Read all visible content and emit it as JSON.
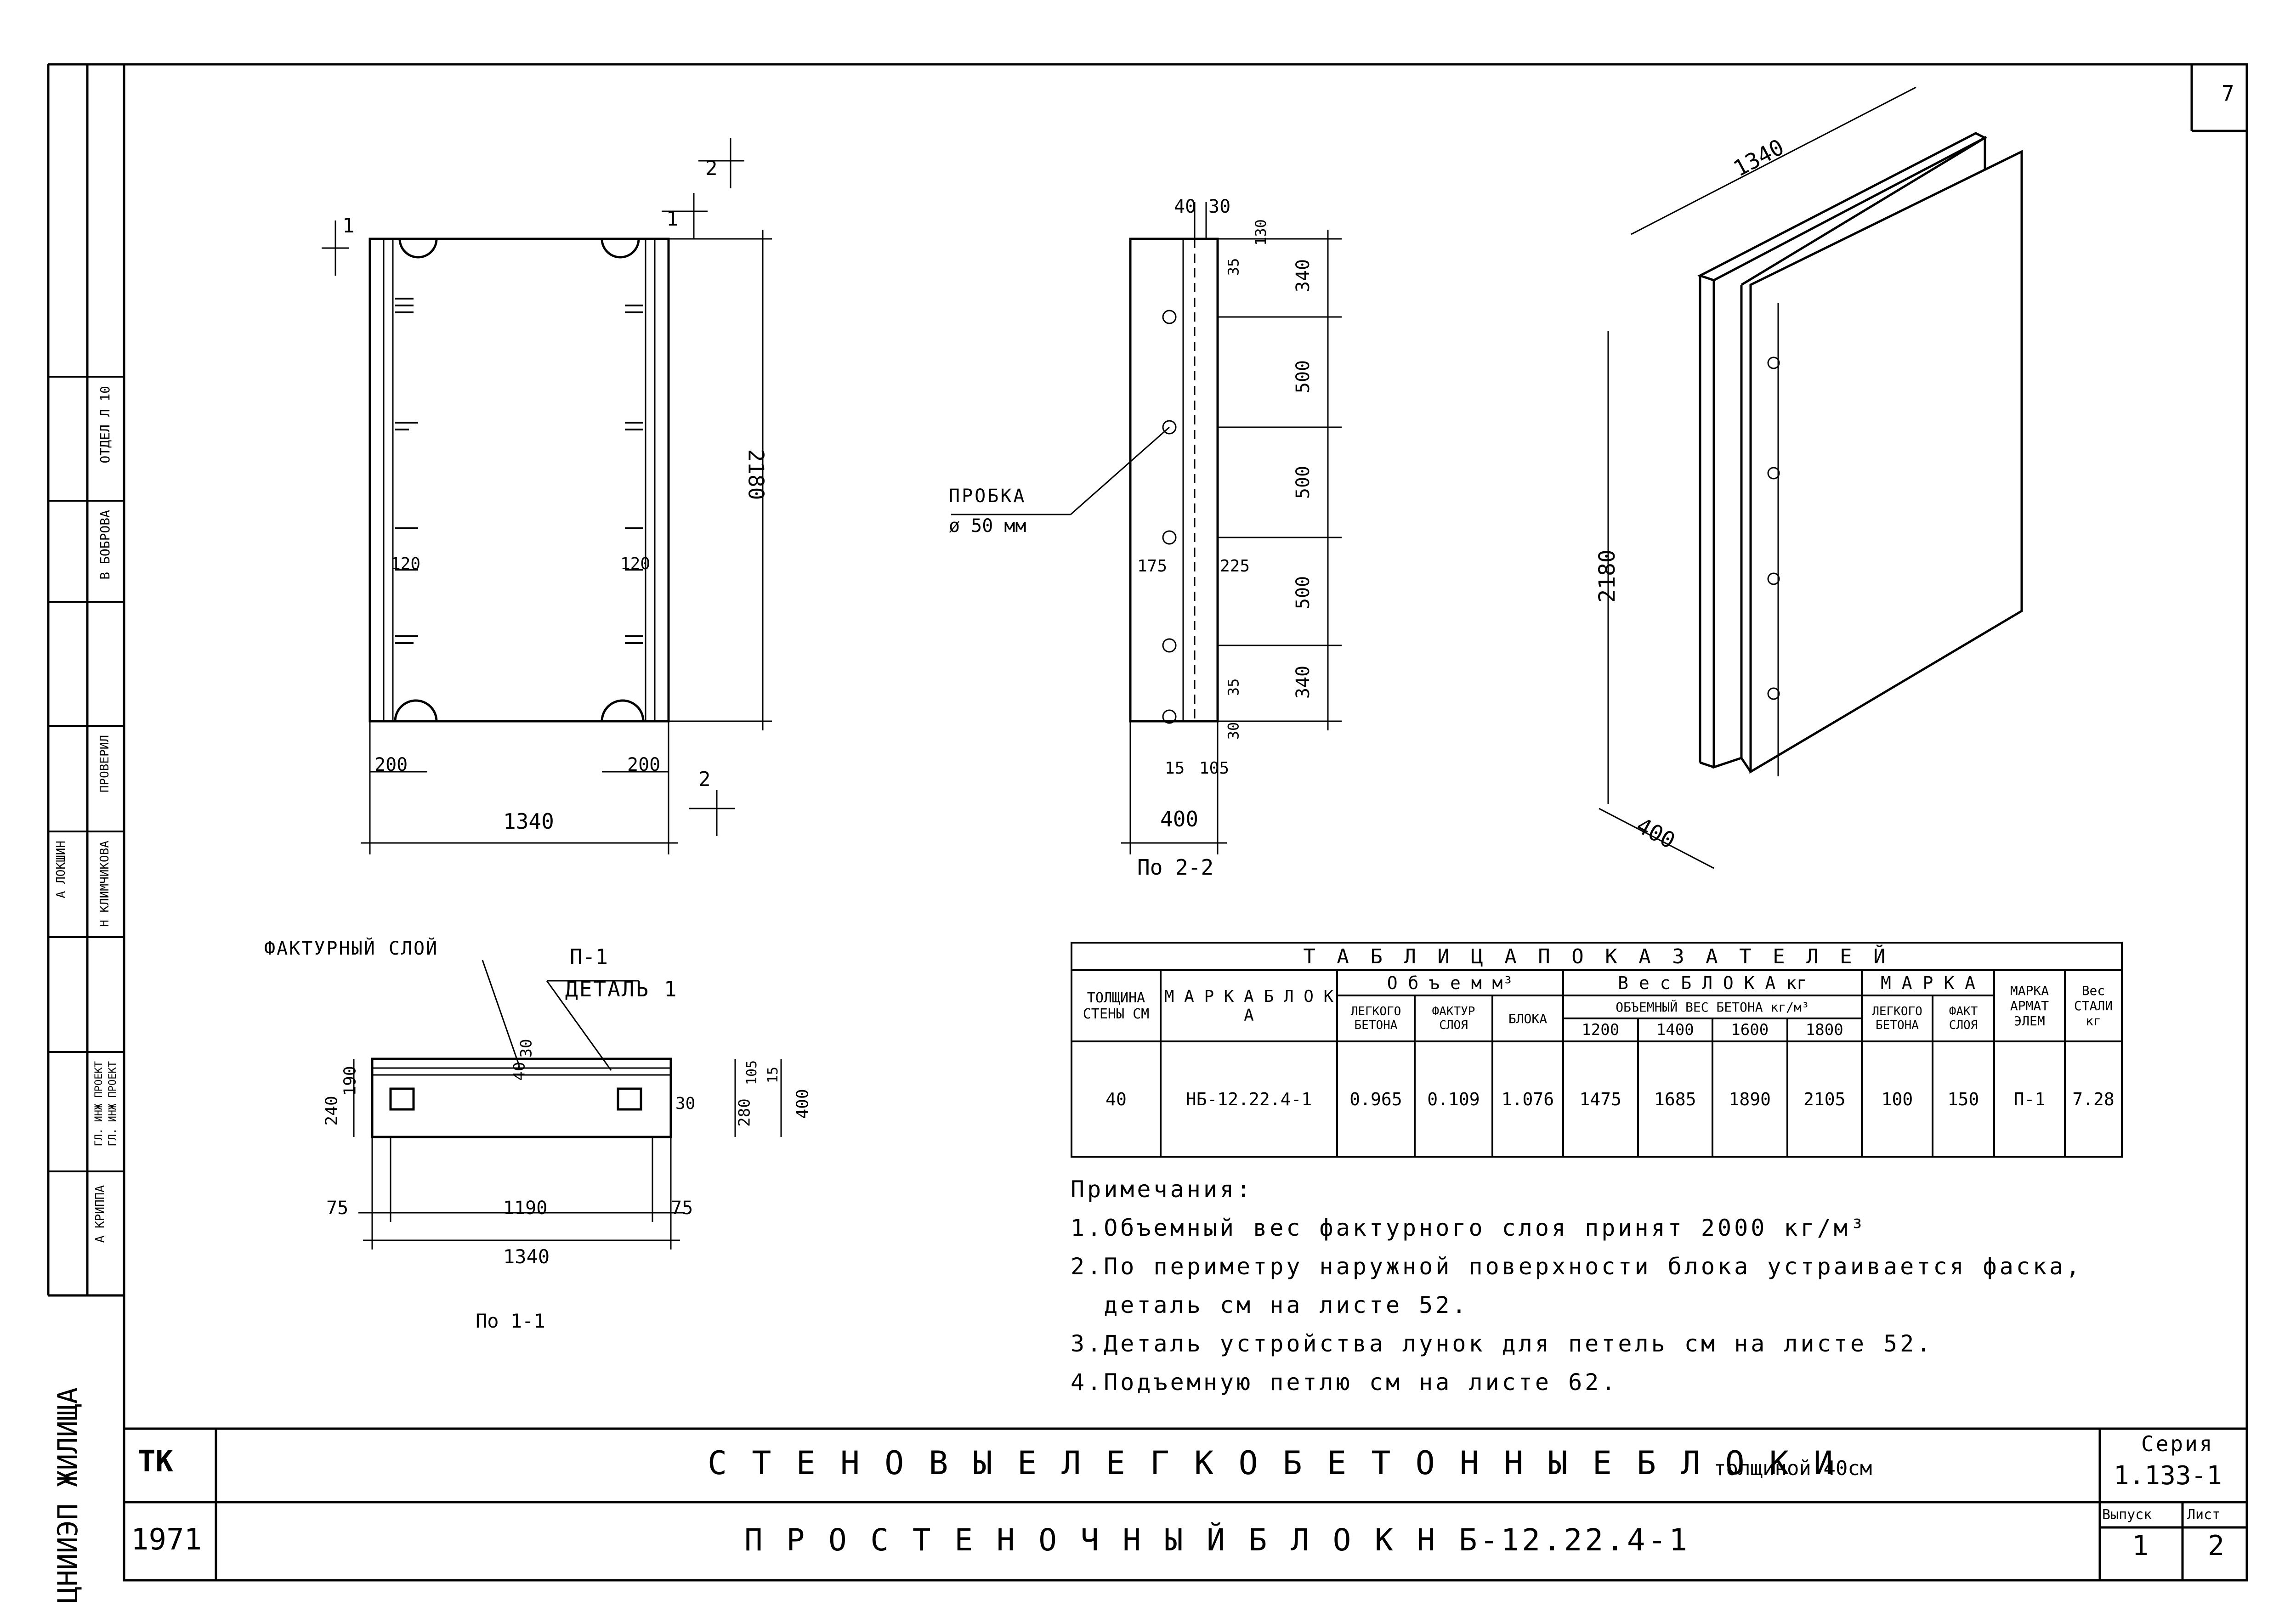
{
  "sheet_number": "7",
  "side_stamp": {
    "dept": "ЦНИИЭП ЖИЛИЩА",
    "rows": [
      "А КРИППА",
      "ГЛ. ИНЖ ПРОЕКТ",
      "ГЛ. ИНЖ ПРОЕКТ",
      "Н КЛИМЧИКОВА",
      "А ЛОКШИН",
      "ПРОВЕРИЛ",
      "В БОБРОВА",
      "ОТДЕЛ Л 10"
    ]
  },
  "front_view": {
    "section_marks": [
      "1",
      "2",
      "1",
      "2"
    ],
    "height": "2180",
    "width": "1340",
    "edge_left": "200",
    "edge_right": "200",
    "hole_left": "120",
    "hole_right": "120"
  },
  "section_2_2": {
    "title": "По 2-2",
    "top_dims": [
      "40",
      "30"
    ],
    "dims_v": [
      "340",
      "500",
      "500",
      "500",
      "340"
    ],
    "small": [
      "35",
      "130",
      "35",
      "30"
    ],
    "bottom": [
      "15",
      "105"
    ],
    "width": "400",
    "plug_label": "ПРОБКА",
    "plug_size": "ø 50 мм",
    "mid_left": "175",
    "mid_right": "225"
  },
  "iso_view": {
    "width": "1340",
    "height": "2180",
    "depth": "400"
  },
  "section_1_1": {
    "title": "По 1-1",
    "facing_label": "ФАКТУРНЫЙ СЛОЙ",
    "detail_ref": "П-1",
    "detail_name": "ДЕТАЛЬ 1",
    "dims_left": [
      "240",
      "190"
    ],
    "dims_top": [
      "40",
      "30"
    ],
    "dim_30": "30",
    "dims_right": [
      "280",
      "105",
      "15",
      "400"
    ],
    "inner_width": "1190",
    "full_width": "1340",
    "margin_left": "75",
    "margin_right": "75"
  },
  "table": {
    "title": "Т А Б Л И Ц А     П О К А З А Т Е Л Е Й",
    "h_wall": "ТОЛЩИНА СТЕНЫ СМ",
    "h_mark": "М А Р К А  Б Л О К А",
    "h_volume": "О б ъ е м   м³",
    "h_weight": "В е с   Б Л О К А   кг",
    "h_grade": "М А Р К А",
    "h_arm": "МАРКА АРМАТ ЭЛЕМ",
    "h_steel": "Вес СТАЛИ кг",
    "sub_volume": [
      "ЛЕГКОГО БЕТОНА",
      "ФАКТУР СЛОЯ",
      "БЛОКА"
    ],
    "sub_weight_head": "ОБЪЕМНЫЙ ВЕС БЕТОНА кг/м³",
    "sub_weight": [
      "1200",
      "1400",
      "1600",
      "1800"
    ],
    "sub_grade": [
      "ЛЕГКОГО БЕТОНА",
      "ФАКТ СЛОЯ"
    ],
    "row": [
      "40",
      "НБ-12.22.4-1",
      "0.965",
      "0.109",
      "1.076",
      "1475",
      "1685",
      "1890",
      "2105",
      "100",
      "150",
      "П-1",
      "7.28"
    ]
  },
  "notes": {
    "title": "Примечания:",
    "items": [
      "1.Объемный вес фактурного слоя принят 2000 кг/м³",
      "2.По периметру наружной поверхности блока устраивается фаска,",
      "  деталь см на листе 52.",
      "3.Деталь устройства лунок для петель см на листе 52.",
      "4.Подъемную петлю см на листе 62."
    ]
  },
  "title_block": {
    "code": "ТК",
    "year": "1971",
    "title": "С Т Е Н О В Ы Е   Л Е Г К О Б Е Т О Н Н Ы Е   Б Л О К И",
    "title_suffix": "толщиной 40см",
    "subtitle": "П Р О С Т Е Н О Ч Н Ы Й   Б Л О К   Н Б-12.22.4-1",
    "series_label": "Серия",
    "series": "1.133-1",
    "issue_label": "Выпуск",
    "issue": "1",
    "sheet_label": "Лист",
    "sheet": "2"
  }
}
